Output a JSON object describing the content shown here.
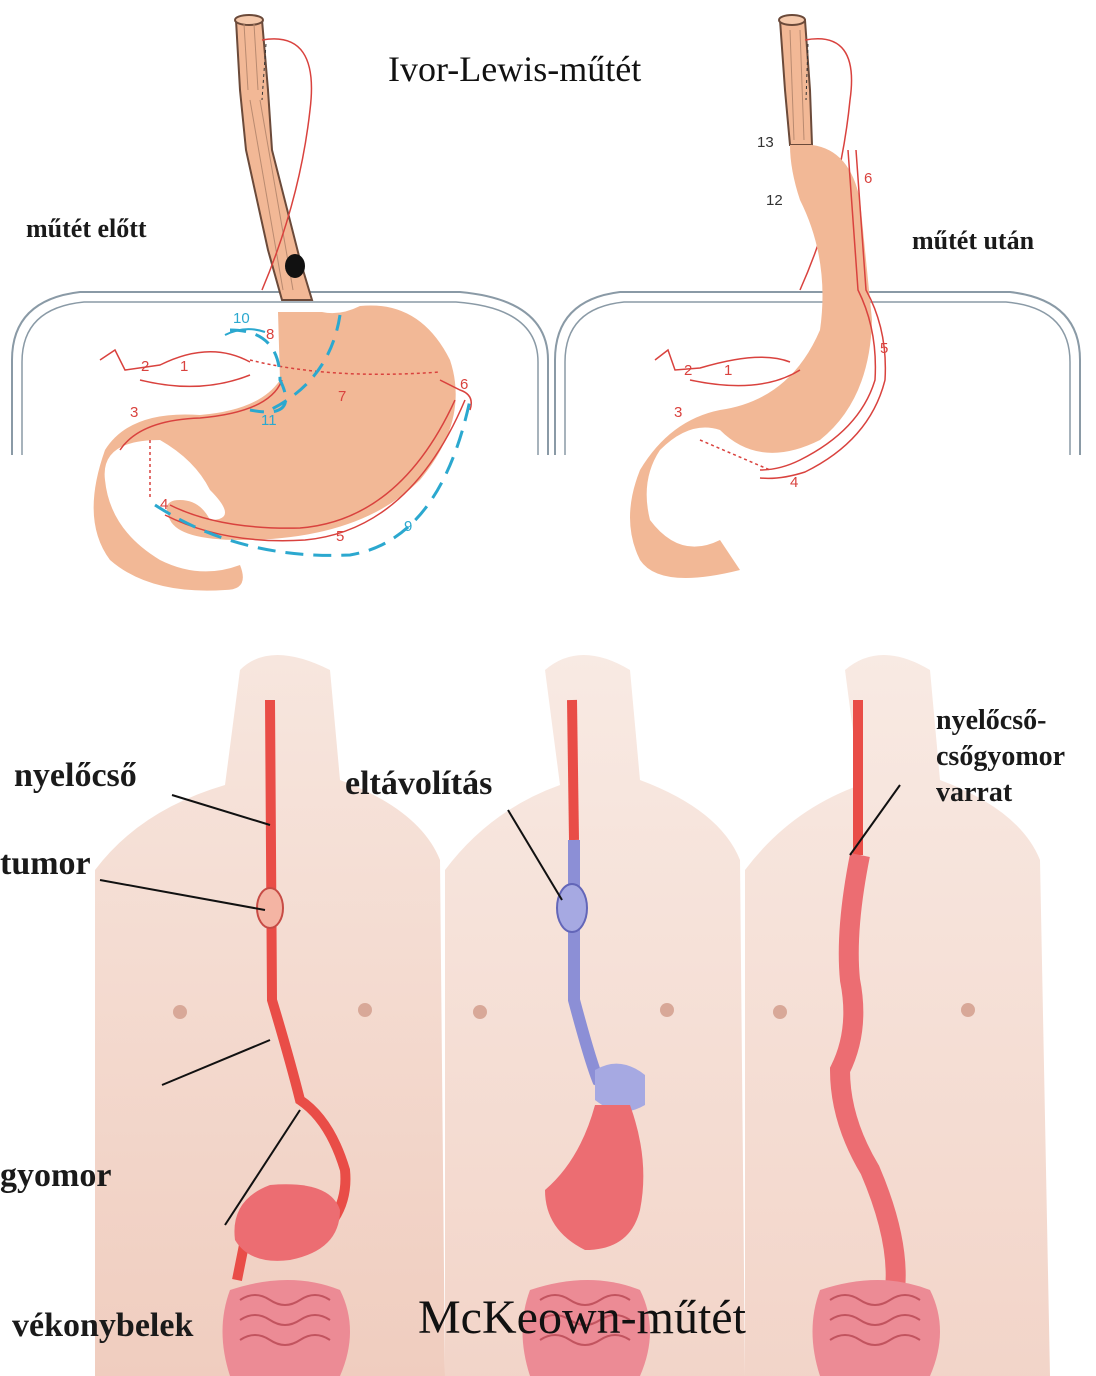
{
  "top": {
    "title": "Ivor-Lewis-műtét",
    "before_label": "műtét előtt",
    "after_label": "műtét után",
    "left_numbers_red": [
      "1",
      "2",
      "3",
      "4",
      "5",
      "6",
      "7",
      "8"
    ],
    "left_numbers_blue": [
      "9",
      "10",
      "11"
    ],
    "right_numbers_red": [
      "1",
      "2",
      "3",
      "4",
      "5",
      "6"
    ],
    "right_numbers_dark": [
      "12",
      "13"
    ]
  },
  "bottom": {
    "title": "McKeown-műtét",
    "labels": {
      "esophagus": "nyelőcső",
      "tumor": "tumor",
      "stomach": "gyomor",
      "small_intestines": "vékonybelek",
      "removal": "eltávolítás",
      "anastomosis_line1": "nyelőcső-",
      "anastomosis_line2": "csőgyomor",
      "anastomosis_line3": "varrat"
    }
  },
  "colors": {
    "organ_fill": "#f2b896",
    "vessel": "#d9423e",
    "dashed_region": "#2ba8cf",
    "skin": "#f6ddd2",
    "gut": "#e86a70",
    "removed": "#8c8fd6"
  }
}
